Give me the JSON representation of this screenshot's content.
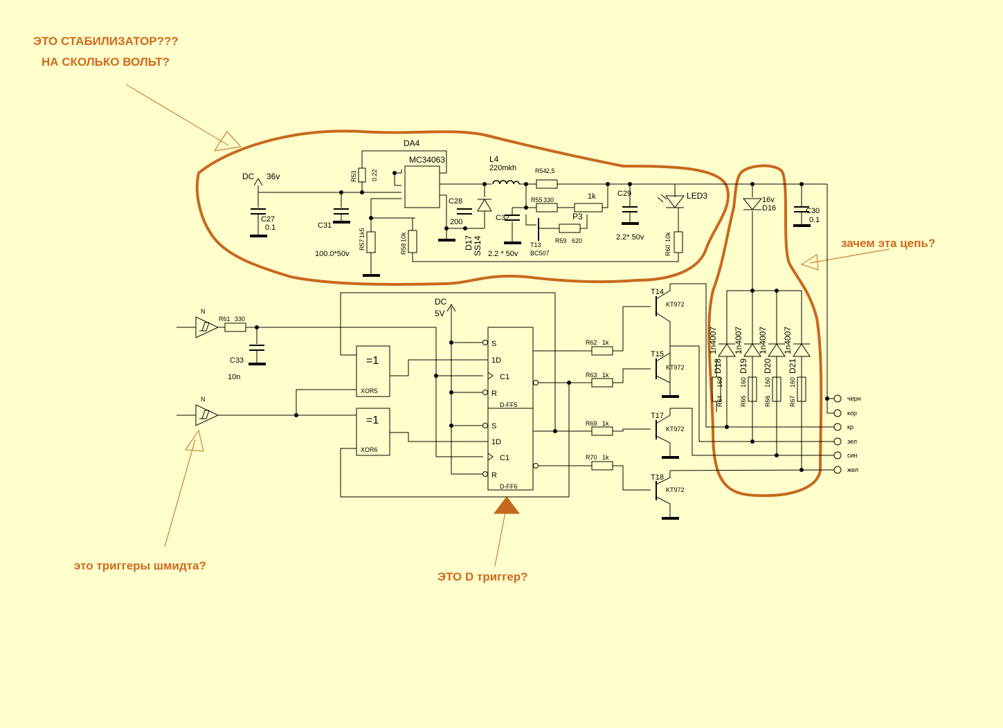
{
  "annotations": {
    "stabilizer_q1": "ЭТО СТАБИЛИЗАТОР???",
    "stabilizer_q2": "НА СКОЛЬКО ВОЛЬТ?",
    "circuit_q": "зачем эта цепь?",
    "schmitt_q": "это триггеры шмидта?",
    "dtrigger_q": "ЭТО D триггер?"
  },
  "power": {
    "dc_label": "DC",
    "dc_voltage": "36v",
    "logic_dc": "DC",
    "logic_v": "5V",
    "regulator": "DA4",
    "regulator_part": "MC34063"
  },
  "components": {
    "c27": "C27",
    "c27_val": "0.1",
    "c31": "C31",
    "c31_val": "100.0*50v",
    "r53": "R53",
    "r53_val": "0.22",
    "r57": "R57",
    "r57_val": "1k5",
    "r58": "R58",
    "r58_val": "10k",
    "c28": "C28",
    "c28_val": "200",
    "l4": "L4",
    "l4_val": "220mkh",
    "d17": "D17",
    "d17_val": "SS14",
    "c32": "C32",
    "c32_val": "2.2 *  50v",
    "r54": "R54",
    "r54_val": "2,5",
    "r55": "R55",
    "r55_val": "330",
    "p3": "P3",
    "p3_val": "1k",
    "r59": "R59",
    "r59_val": "620",
    "t13": "T13",
    "t13_val": "BC507",
    "c29": "C29",
    "c29_val": "2.2* 50v",
    "led3": "LED3",
    "r60": "R60",
    "r60_val": "10k",
    "d16": "D16",
    "d16_val": "16v",
    "c30": "C30",
    "c30_val": "0.1",
    "r61": "R61",
    "r61_val": "330",
    "c33": "C33",
    "c33_val": "10n",
    "xor5": "XOR5",
    "xor6": "XOR6",
    "xor_sym": "=1",
    "dff5": "D-FF5",
    "dff6": "D-FF6",
    "pin_s": "S",
    "pin_d": "1D",
    "pin_c": "C1",
    "pin_r": "R",
    "r62": "R62",
    "r63": "R63",
    "r69": "R69",
    "r70": "R70",
    "r_val_1k": "1k",
    "t14": "T14",
    "t15": "T15",
    "t17": "T17",
    "t18": "T18",
    "kt": "KT972",
    "d18": "D18",
    "d19": "D19",
    "d20": "D20",
    "d21": "D21",
    "diode_type": "1n4007",
    "r64": "R64",
    "r65": "R65",
    "r66": "R66",
    "r67": "R67",
    "r_val_160": "160",
    "n_label": "N"
  },
  "connector": [
    "черн",
    "кор",
    "кр",
    "зел",
    "син",
    "жел"
  ]
}
